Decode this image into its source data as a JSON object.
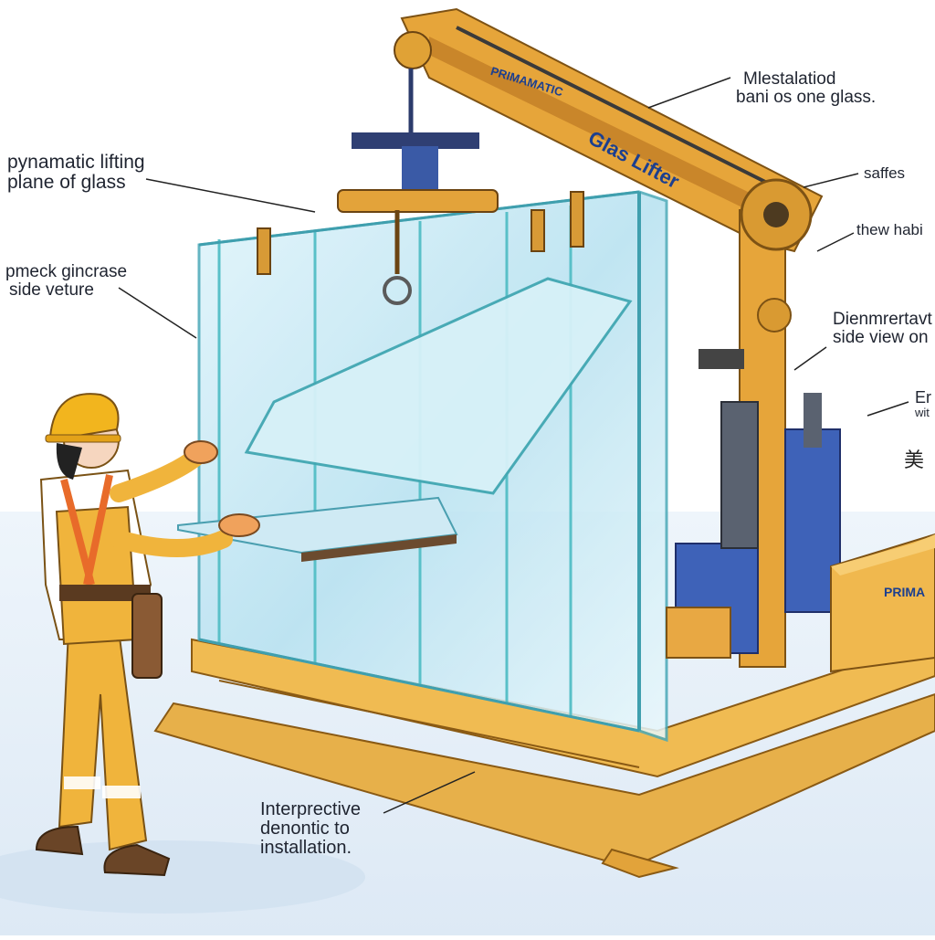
{
  "labels": {
    "lifting_line1": "pynamatic lifting",
    "lifting_line2": "plane of glass",
    "side_line1": "pmeck gincrase",
    "side_line2": "side veture",
    "install_line1": "Mlestalatiod",
    "install_line2": "bani os one glass.",
    "safety": "saffes",
    "hab": "thew habi",
    "dim_line1": "Dienmrertavt",
    "dim_line2": "side view on",
    "e_line1": "Er",
    "e_line2": "wit",
    "interp_line1": "Interprective",
    "interp_line2": "denontic to",
    "interp_line3": "installation.",
    "glyph": "美",
    "brand_arm": "PRIMAMATIC",
    "brand_lifter": "Glas Lifter",
    "brand_box": "PRIMA"
  },
  "colors": {
    "frame": "#e2a33a",
    "frame_dark": "#b77a1e",
    "glass": "#bfe6f2",
    "glass_edge": "#5ac1c9",
    "floor": "#e8f1fa",
    "worker_suit": "#f0b43c",
    "helmet": "#f2b51e",
    "motor": "#3e62b8",
    "label_text": "#1f2430"
  }
}
